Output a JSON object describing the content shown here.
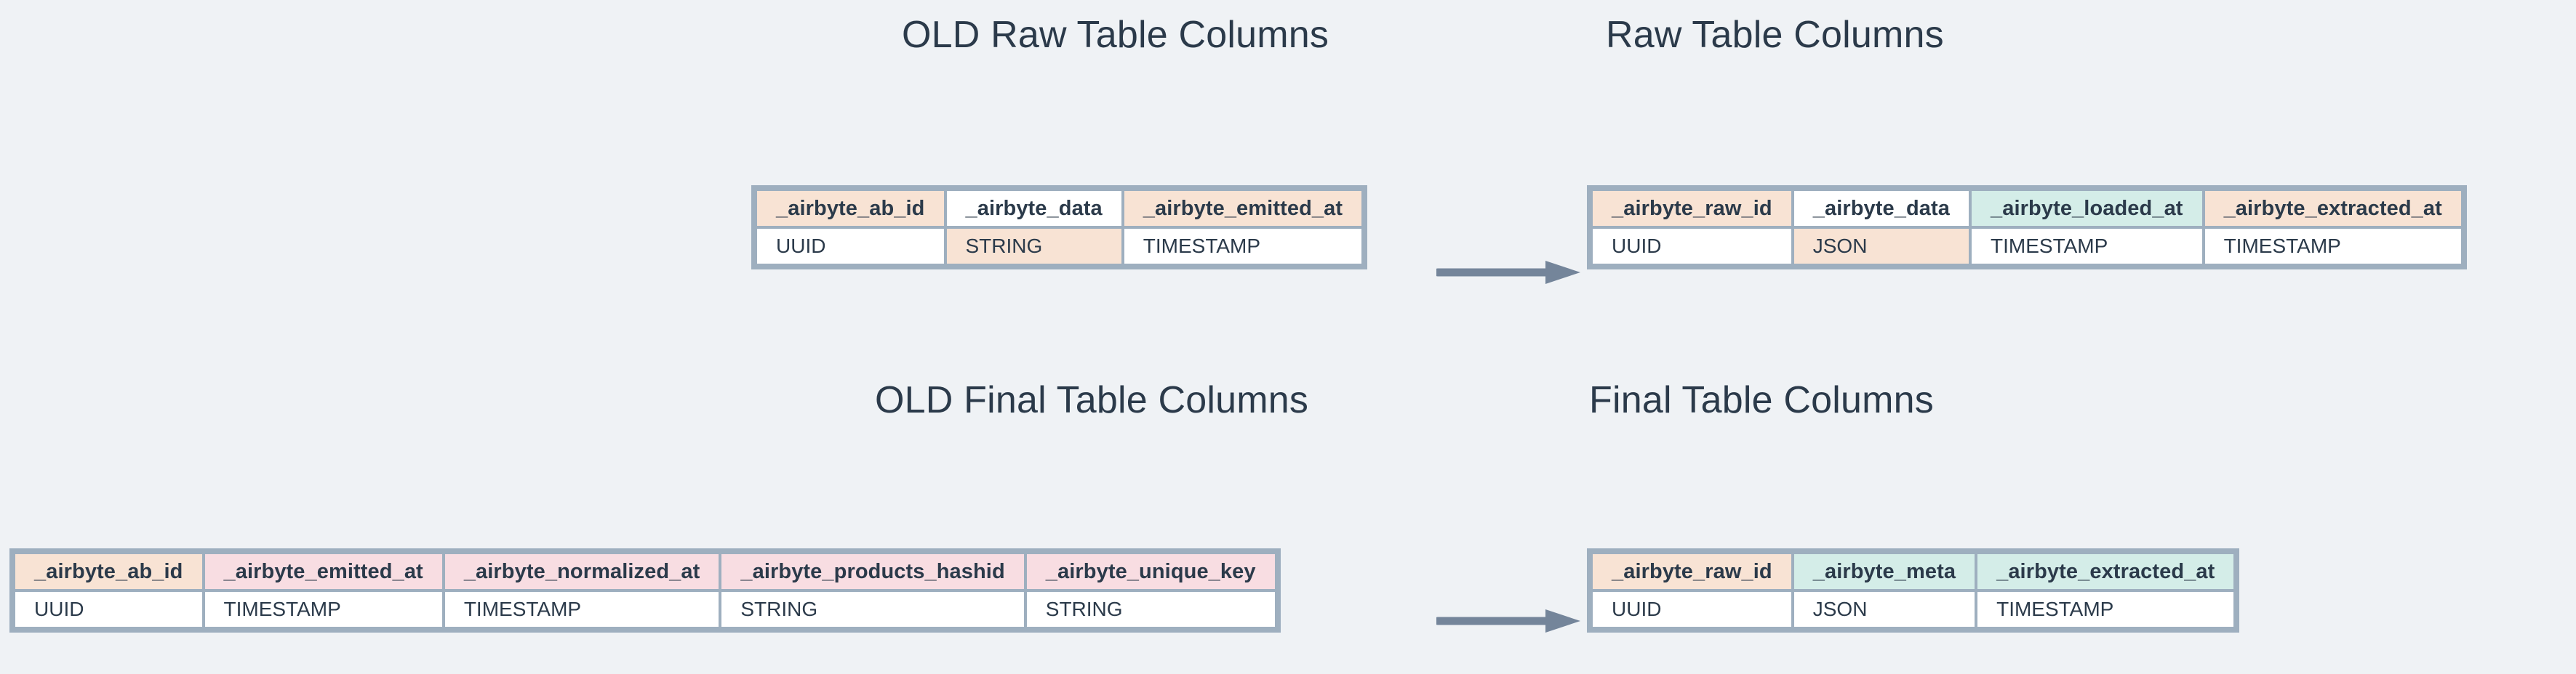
{
  "page": {
    "background_color": "#eff2f5",
    "text_color": "#2b3a4a",
    "border_color": "#9eafbf",
    "arrow_color": "#74859a"
  },
  "palette": {
    "peach": "#f8e3d4",
    "mint": "#d4ede8",
    "pink": "#f8dde2",
    "white": "#ffffff"
  },
  "titles": {
    "old_raw": "OLD Raw Table Columns",
    "new_raw": "Raw Table Columns",
    "old_final": "OLD Final Table Columns",
    "new_final": "Final Table Columns"
  },
  "tables": {
    "old_raw": {
      "title": "OLD Raw Table Columns",
      "headers": [
        {
          "label": "_airbyte_ab_id",
          "fill": "peach"
        },
        {
          "label": "_airbyte_data",
          "fill": "white"
        },
        {
          "label": "_airbyte_emitted_at",
          "fill": "peach"
        }
      ],
      "types": [
        {
          "label": "UUID",
          "fill": "white"
        },
        {
          "label": "STRING",
          "fill": "peach"
        },
        {
          "label": "TIMESTAMP",
          "fill": "white"
        }
      ]
    },
    "new_raw": {
      "title": "Raw Table Columns",
      "headers": [
        {
          "label": "_airbyte_raw_id",
          "fill": "peach"
        },
        {
          "label": "_airbyte_data",
          "fill": "white"
        },
        {
          "label": "_airbyte_loaded_at",
          "fill": "mint"
        },
        {
          "label": "_airbyte_extracted_at",
          "fill": "peach"
        }
      ],
      "types": [
        {
          "label": "UUID",
          "fill": "white"
        },
        {
          "label": "JSON",
          "fill": "peach"
        },
        {
          "label": "TIMESTAMP",
          "fill": "white"
        },
        {
          "label": "TIMESTAMP",
          "fill": "white"
        }
      ]
    },
    "old_final": {
      "title": "OLD Final Table Columns",
      "headers": [
        {
          "label": "_airbyte_ab_id",
          "fill": "peach"
        },
        {
          "label": "_airbyte_emitted_at",
          "fill": "pink"
        },
        {
          "label": "_airbyte_normalized_at",
          "fill": "pink"
        },
        {
          "label": "_airbyte_products_hashid",
          "fill": "pink"
        },
        {
          "label": "_airbyte_unique_key",
          "fill": "pink"
        }
      ],
      "types": [
        {
          "label": "UUID",
          "fill": "white"
        },
        {
          "label": "TIMESTAMP",
          "fill": "white"
        },
        {
          "label": "TIMESTAMP",
          "fill": "white"
        },
        {
          "label": "STRING",
          "fill": "white"
        },
        {
          "label": "STRING",
          "fill": "white"
        }
      ]
    },
    "new_final": {
      "title": "Final Table Columns",
      "headers": [
        {
          "label": "_airbyte_raw_id",
          "fill": "peach"
        },
        {
          "label": "_airbyte_meta",
          "fill": "mint"
        },
        {
          "label": "_airbyte_extracted_at",
          "fill": "mint"
        }
      ],
      "types": [
        {
          "label": "UUID",
          "fill": "white"
        },
        {
          "label": "JSON",
          "fill": "white"
        },
        {
          "label": "TIMESTAMP",
          "fill": "white"
        }
      ]
    }
  },
  "arrows": [
    {
      "name": "raw-migration-arrow",
      "direction": "right"
    },
    {
      "name": "final-migration-arrow",
      "direction": "right"
    }
  ]
}
